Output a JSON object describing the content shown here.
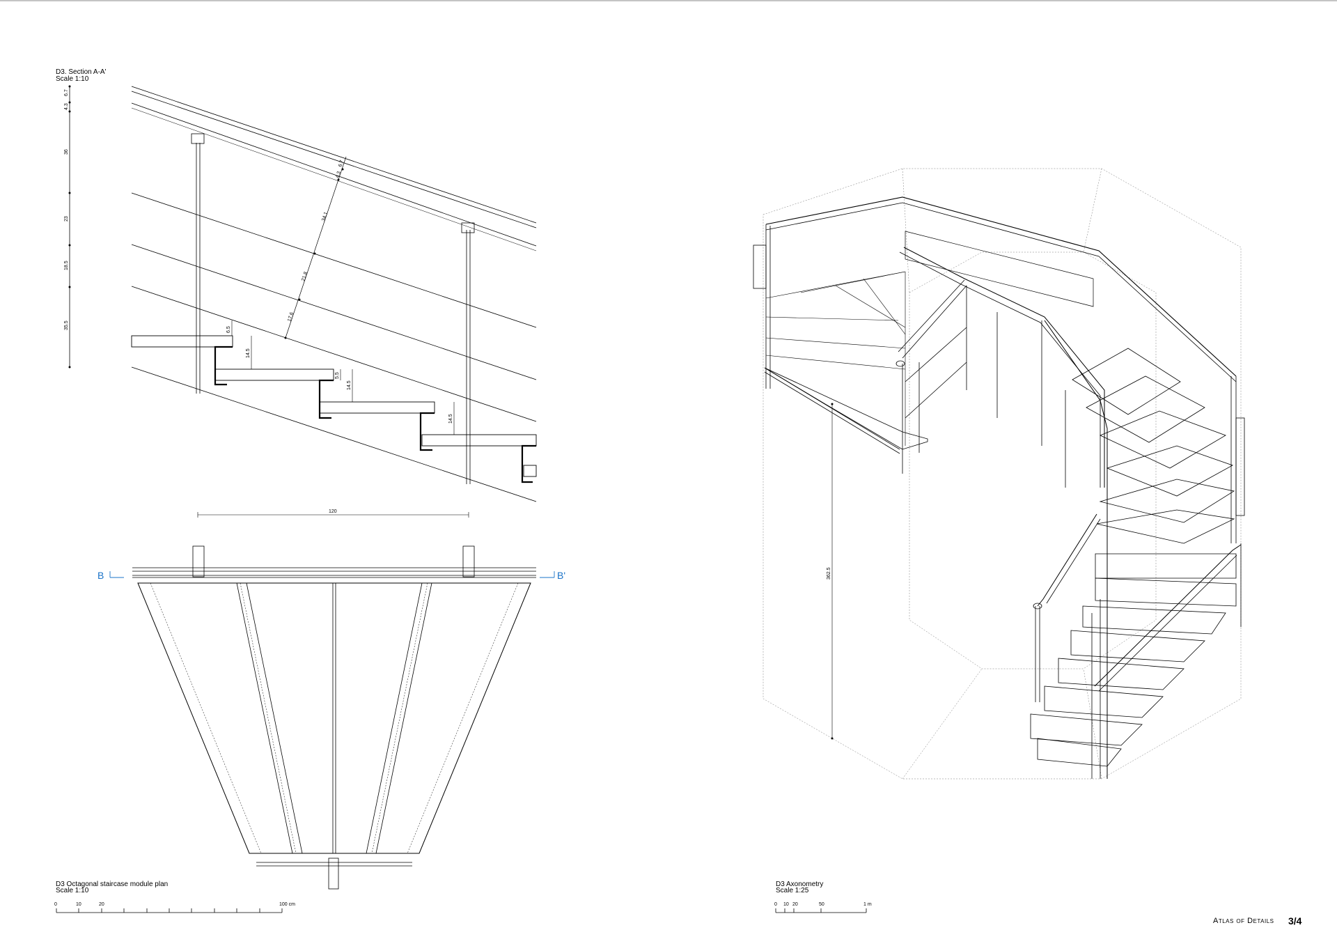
{
  "section": {
    "title": "D3. Section A-A'",
    "scale": "Scale 1:10",
    "vertical_dims": [
      "6.7",
      "4.3",
      "36",
      "23",
      "18.5",
      "35.5"
    ],
    "rail_dims": [
      "6.7",
      "4.3",
      "34.1",
      "21.8",
      "17.6"
    ],
    "step_dims": [
      "6.5",
      "14.5",
      "5.5",
      "14.5",
      "14.5"
    ],
    "span_dim": "120"
  },
  "plan": {
    "title": "D3 Octagonal staircase module plan",
    "scale": "Scale 1:10",
    "cut_left": "B",
    "cut_right": "B'",
    "scalebar": [
      "0",
      "10",
      "20",
      "100 cm"
    ]
  },
  "axo": {
    "title": "D3 Axonometry",
    "scale": "Scale 1:25",
    "height_dim": "362.5",
    "scalebar": [
      "0",
      "10",
      "20",
      "50",
      "1 m"
    ]
  },
  "footer": {
    "brand": "Atlas of Details",
    "page": "3/4"
  },
  "colors": {
    "ink": "#000000",
    "cutline": "#1a73c8"
  }
}
